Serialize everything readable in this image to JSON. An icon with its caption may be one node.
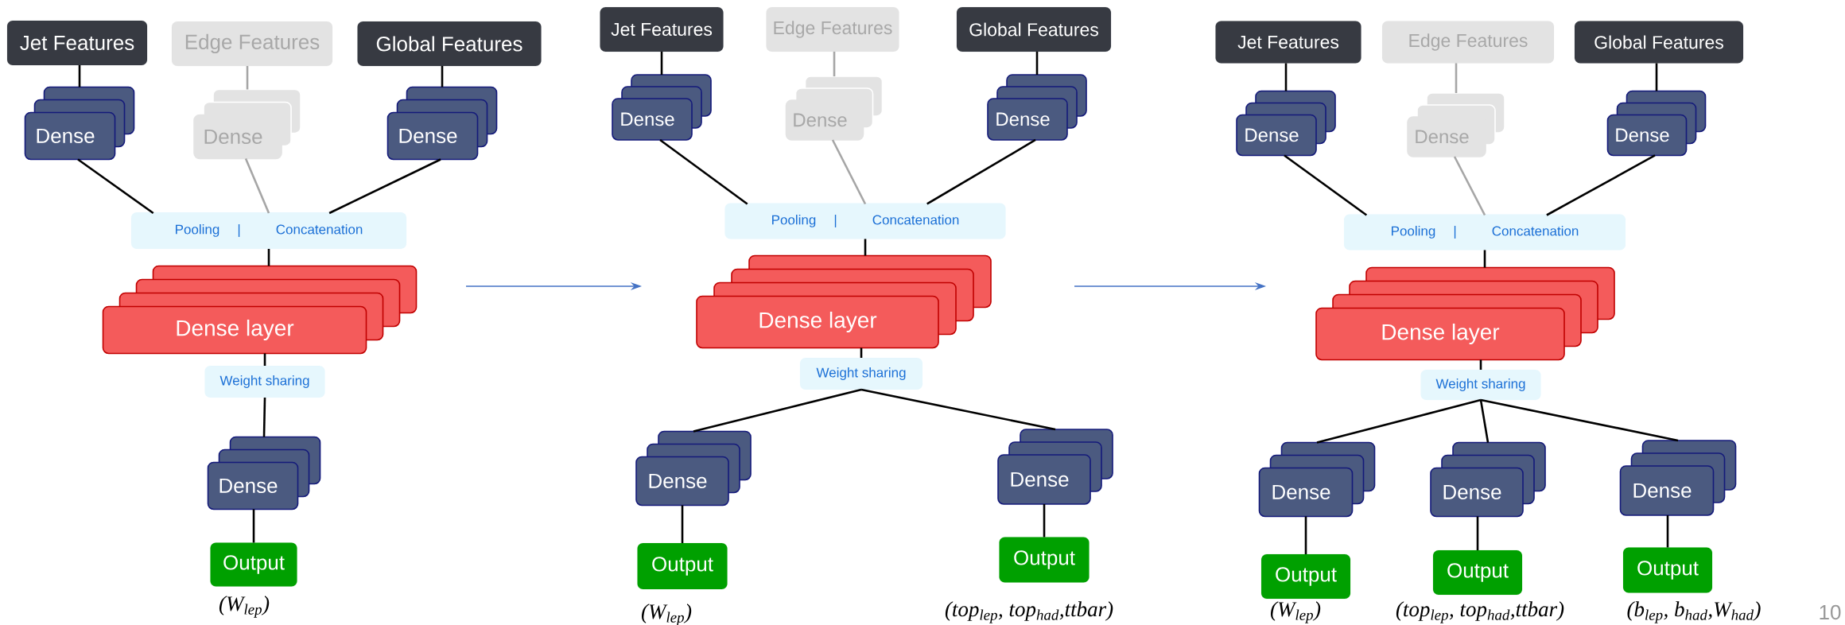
{
  "diagram": {
    "nodes": [
      {
        "text": [
          "Jet Features"
        ]
      },
      {
        "text": [
          "Edge Features"
        ]
      },
      {
        "text": [
          "Global Features"
        ]
      },
      {
        "text": [
          "Dense"
        ]
      },
      {
        "text": [
          "Dense"
        ]
      },
      {
        "text": [
          "Dense"
        ]
      },
      {
        "text": [
          "Pooling",
          "|",
          "Concatenation"
        ]
      },
      {
        "text": [
          "Dense layer"
        ]
      },
      {
        "text": [
          "Weight sharing"
        ]
      },
      {
        "text": [
          "Dense"
        ]
      },
      {
        "text": [
          "Output"
        ],
        "beside": [
          "(W$_{lep}$)"
        ]
      },
      {
        "text": [
          "Jet Features"
        ]
      },
      {
        "text": [
          "Edge Features"
        ]
      },
      {
        "text": [
          "Global Features"
        ]
      },
      {
        "text": [
          "Dense"
        ]
      },
      {
        "text": [
          "Dense"
        ]
      },
      {
        "text": [
          "Dense"
        ]
      },
      {
        "text": [
          "Pooling",
          "|",
          "Concatenation"
        ]
      },
      {
        "text": [
          "Dense layer"
        ]
      },
      {
        "text": [
          "Weight sharing"
        ]
      },
      {
        "text": [
          "Dense"
        ]
      },
      {
        "text": [
          "Output"
        ],
        "beside": [
          "(W$_{lep}$)"
        ]
      },
      {
        "text": [
          "Dense"
        ]
      },
      {
        "text": [
          "Output"
        ],
        "beside": [
          "(top$_{lep}$, top$_{had}$,ttbar)"
        ]
      },
      {
        "text": [
          "Jet Features"
        ]
      },
      {
        "text": [
          "Edge Features"
        ]
      },
      {
        "text": [
          "Global Features"
        ]
      },
      {
        "text": [
          "Dense"
        ]
      },
      {
        "text": [
          "Dense"
        ]
      },
      {
        "text": [
          "Dense"
        ]
      },
      {
        "text": [
          "Pooling",
          "|",
          "Concatenation"
        ]
      },
      {
        "text": [
          "Dense layer"
        ]
      },
      {
        "text": [
          "Weight sharing"
        ]
      },
      {
        "text": [
          "Dense"
        ]
      },
      {
        "text": [
          "Output"
        ],
        "beside": [
          "(W$_{lep}$)"
        ]
      },
      {
        "text": [
          "Dense"
        ]
      },
      {
        "text": [
          "Output"
        ],
        "beside": [
          "(top$_{lep}$, top$_{had}$,ttbar)"
        ]
      },
      {
        "text": [
          "Dense"
        ]
      },
      {
        "text": [
          "Output"
        ],
        "beside": [
          "(b$_{lep}$, b$_{had}$,W$_{had}$)"
        ]
      }
    ],
    "edges": [
      {
        "from": 0,
        "to": 3,
        "arrow": "none"
      },
      {
        "from": 1,
        "to": 4,
        "arrow": "none",
        "color": "#a6a6a6"
      },
      {
        "from": 2,
        "to": 5,
        "arrow": "none"
      },
      {
        "from": 3,
        "to": 6,
        "arrow": "none"
      },
      {
        "from": 4,
        "to": 6,
        "arrow": "none",
        "color": "#a6a6a6"
      },
      {
        "from": 5,
        "to": 6,
        "arrow": "none"
      },
      {
        "from": 6,
        "to": 7,
        "arrow": "none"
      },
      {
        "from": 7,
        "to": 8,
        "arrow": "none"
      },
      {
        "from": 8,
        "to": 9,
        "arrow": "none"
      },
      {
        "from": 9,
        "to": 10,
        "arrow": "none"
      },
      {
        "from": 7,
        "to": 18,
        "arrow": "to",
        "color": "#4472c4"
      },
      {
        "from": 11,
        "to": 14,
        "arrow": "none"
      },
      {
        "from": 12,
        "to": 15,
        "arrow": "none",
        "color": "#a6a6a6"
      },
      {
        "from": 13,
        "to": 16,
        "arrow": "none"
      },
      {
        "from": 14,
        "to": 17,
        "arrow": "none"
      },
      {
        "from": 15,
        "to": 17,
        "arrow": "none",
        "color": "#a6a6a6"
      },
      {
        "from": 16,
        "to": 17,
        "arrow": "none"
      },
      {
        "from": 17,
        "to": 18,
        "arrow": "none"
      },
      {
        "from": 18,
        "to": 19,
        "arrow": "none"
      },
      {
        "from": 19,
        "to": 20,
        "arrow": "none"
      },
      {
        "from": 20,
        "to": 21,
        "arrow": "none"
      },
      {
        "from": 19,
        "to": 22,
        "arrow": "none"
      },
      {
        "from": 22,
        "to": 23,
        "arrow": "none"
      },
      {
        "from": 18,
        "to": 31,
        "arrow": "to",
        "color": "#4472c4"
      },
      {
        "from": 24,
        "to": 27,
        "arrow": "none"
      },
      {
        "from": 25,
        "to": 28,
        "arrow": "none",
        "color": "#a6a6a6"
      },
      {
        "from": 26,
        "to": 29,
        "arrow": "none"
      },
      {
        "from": 27,
        "to": 30,
        "arrow": "none"
      },
      {
        "from": 28,
        "to": 30,
        "arrow": "none",
        "color": "#a6a6a6"
      },
      {
        "from": 29,
        "to": 30,
        "arrow": "none"
      },
      {
        "from": 30,
        "to": 31,
        "arrow": "none"
      },
      {
        "from": 31,
        "to": 32,
        "arrow": "none"
      },
      {
        "from": 32,
        "to": 33,
        "arrow": "none"
      },
      {
        "from": 33,
        "to": 34,
        "arrow": "none"
      },
      {
        "from": 32,
        "to": 35,
        "arrow": "none"
      },
      {
        "from": 35,
        "to": 36,
        "arrow": "none"
      },
      {
        "from": 32,
        "to": 37,
        "arrow": "none"
      },
      {
        "from": 37,
        "to": 38,
        "arrow": "none"
      }
    ],
    "labels": [
      "10"
    ]
  }
}
